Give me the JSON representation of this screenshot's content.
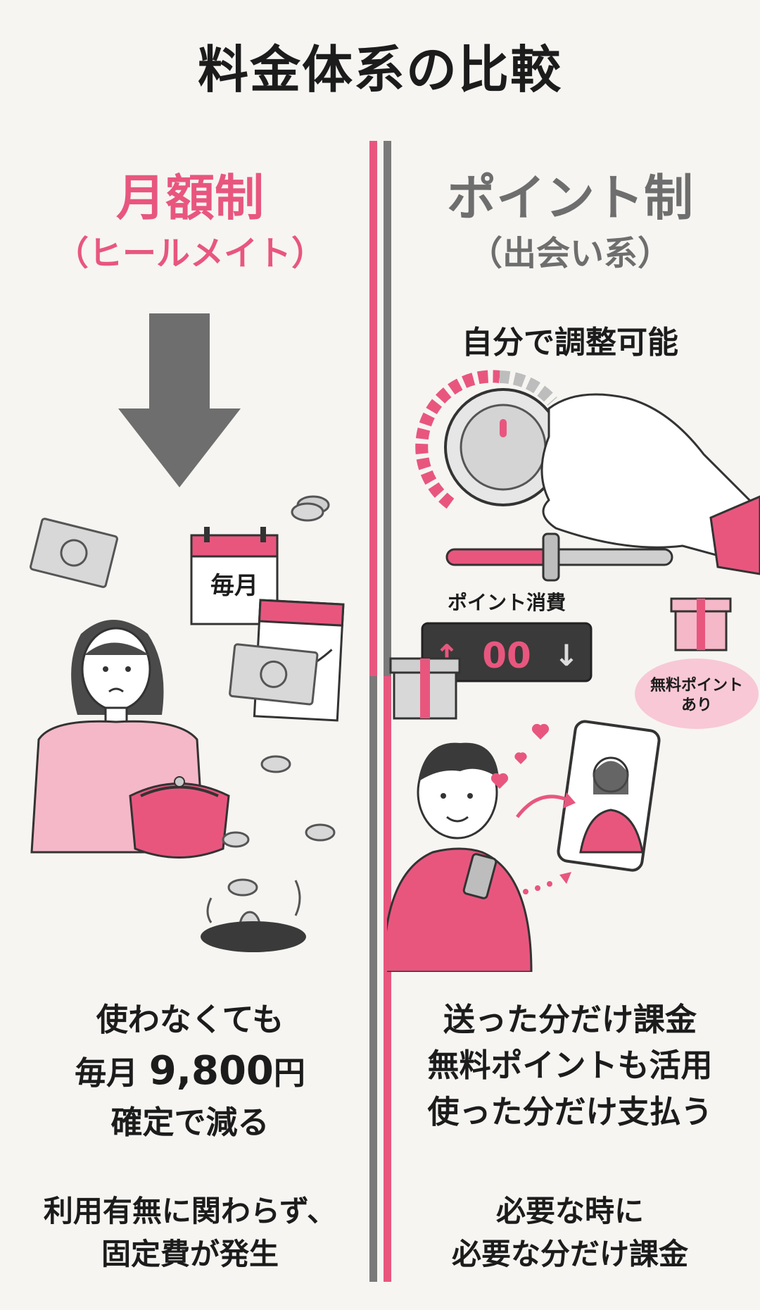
{
  "title": "料金体系の比較",
  "left": {
    "heading": "月額制",
    "subheading": "（ヒールメイト）",
    "calendar_label": "毎月",
    "bottom_line1": "使わなくても",
    "bottom_line2_prefix": "毎月 ",
    "bottom_line2_amount": "9,800",
    "bottom_line2_suffix": "円",
    "bottom_line3": "確定で減る",
    "note_line1": "利用有無に関わらず、",
    "note_line2": "固定費が発生"
  },
  "right": {
    "heading": "ポイント制",
    "subheading": "（出会い系）",
    "tagline": "自分で調整可能",
    "counter_label": "ポイント消費",
    "counter_value": "00",
    "badge_line1": "無料ポイント",
    "badge_line2": "あり",
    "bottom_line1": "送った分だけ課金",
    "bottom_line2": "無料ポイントも活用",
    "bottom_line3": "使った分だけ支払う",
    "note_line1": "必要な時に",
    "note_line2": "必要な分だけ課金"
  },
  "colors": {
    "accent": "#e8567e",
    "gray": "#6e6e6e",
    "background": "#f6f5f2"
  },
  "icons": [
    "down-arrow-icon",
    "banknote-icon",
    "coin-icon",
    "calendar-icon",
    "wallet-icon",
    "dial-icon",
    "slider-icon",
    "gift-icon",
    "smartphone-icon",
    "heart-icon"
  ]
}
